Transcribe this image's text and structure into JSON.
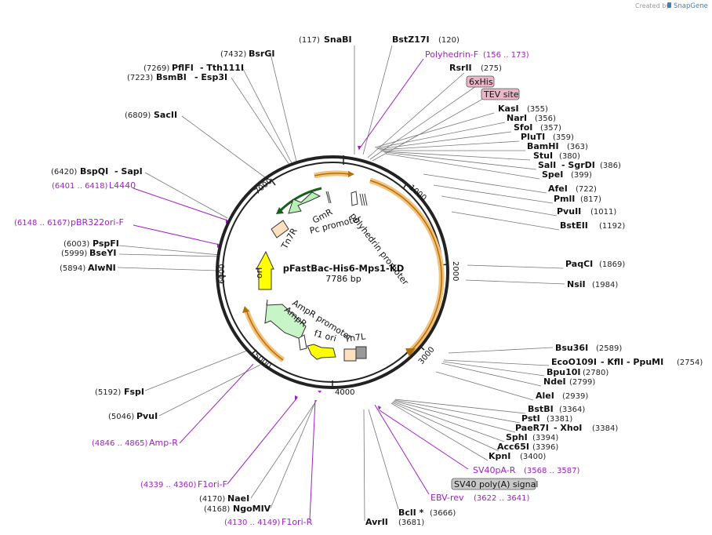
{
  "credit": {
    "created_by": "Created by",
    "brand": "SnapGene"
  },
  "title": "pFastBac-His6-Mps1-KD",
  "length": "7786 bp",
  "ticks": [
    "1000",
    "2000",
    "3000",
    "4000",
    "5000",
    "6000",
    "7000"
  ],
  "features": {
    "polyhedrin_promoter": "polyhedrin promoter",
    "gmr": "GmR",
    "pc_promoter": "Pc promoter",
    "tn7r": "Tn7R",
    "ori": "ori",
    "ampr_promoter": "AmpR promoter",
    "ampr": "AmpR",
    "f1_ori": "f1 ori",
    "tn7l": "Tn7L"
  },
  "boxed": {
    "his": "6xHis",
    "tev": "TEV site",
    "sv40": "SV40 poly(A) signal"
  },
  "enzymes_top": [
    {
      "pos": "(117)",
      "name": "SnaBI"
    },
    {
      "pos": "(120)",
      "name": "BstZ17I"
    }
  ],
  "primers": [
    {
      "name": "Polyhedrin-F",
      "range": "(156 .. 173)"
    },
    {
      "name": "L4440",
      "range": "(6401 .. 6418)"
    },
    {
      "name": "pBR322ori-F",
      "range": "(6148 .. 6167)"
    },
    {
      "name": "SV40pA-R",
      "range": "(3568 .. 3587)"
    },
    {
      "name": "EBV-rev",
      "range": "(3622 .. 3641)"
    },
    {
      "name": "Amp-R",
      "range": "(4846 .. 4865)"
    },
    {
      "name": "F1ori-F",
      "range": "(4339 .. 4360)"
    },
    {
      "name": "F1ori-R",
      "range": "(4130 .. 4149)"
    }
  ],
  "enzymes_right": [
    {
      "name": "RsrII",
      "pos": "(275)"
    },
    {
      "name": "KasI",
      "pos": "(355)"
    },
    {
      "name": "NarI",
      "pos": "(356)"
    },
    {
      "name": "SfoI",
      "pos": "(357)"
    },
    {
      "name": "PluTI",
      "pos": "(359)"
    },
    {
      "name": "BamHI",
      "pos": "(363)"
    },
    {
      "name": "StuI",
      "pos": "(380)"
    },
    {
      "name": "SalI",
      "extra": "- SgrDI",
      "pos": "(386)"
    },
    {
      "name": "SpeI",
      "pos": "(399)"
    },
    {
      "name": "AfeI",
      "pos": "(722)"
    },
    {
      "name": "PmlI",
      "pos": "(817)"
    },
    {
      "name": "PvuII",
      "pos": "(1011)"
    },
    {
      "name": "BstEII",
      "pos": "(1192)"
    },
    {
      "name": "PaqCI",
      "pos": "(1869)"
    },
    {
      "name": "NsiI",
      "pos": "(1984)"
    },
    {
      "name": "Bsu36I",
      "pos": "(2589)"
    },
    {
      "name": "EcoO109I",
      "extra": "- KflI   - PpuMI",
      "pos": "(2754)"
    },
    {
      "name": "Bpu10I",
      "pos": "(2780)"
    },
    {
      "name": "NdeI",
      "pos": "(2799)"
    },
    {
      "name": "AleI",
      "pos": "(2939)"
    },
    {
      "name": "BstBI",
      "pos": "(3364)"
    },
    {
      "name": "PstI",
      "pos": "(3381)"
    },
    {
      "name": "PaeR7I",
      "extra": "- XhoI",
      "pos": "(3384)"
    },
    {
      "name": "SphI",
      "pos": "(3394)"
    },
    {
      "name": "Acc65I",
      "pos": "(3396)"
    },
    {
      "name": "KpnI",
      "pos": "(3400)"
    }
  ],
  "enzymes_bottom": [
    {
      "name": "BclI *",
      "pos": "(3666)"
    },
    {
      "name": "AvrII",
      "pos": "(3681)"
    }
  ],
  "enzymes_left": [
    {
      "pos": "(7432)",
      "name": "BsrGI"
    },
    {
      "pos": "(7269)",
      "name": "PflFI",
      "extra": "- Tth111I"
    },
    {
      "pos": "(7223)",
      "name": "BsmBI",
      "extra": "- Esp3I"
    },
    {
      "pos": "(6809)",
      "name": "SacII"
    },
    {
      "pos": "(6420)",
      "name": "BspQI",
      "extra": "- SapI"
    },
    {
      "pos": "(6003)",
      "name": "PspFI"
    },
    {
      "pos": "(5999)",
      "name": "BseYI"
    },
    {
      "pos": "(5894)",
      "name": "AlwNI"
    },
    {
      "pos": "(5192)",
      "name": "FspI"
    },
    {
      "pos": "(5046)",
      "name": "PvuI"
    },
    {
      "pos": "(4170)",
      "name": "NaeI"
    },
    {
      "pos": "(4168)",
      "name": "NgoMIV"
    }
  ],
  "colors": {
    "backbone": "#222222",
    "orange_arc": "#f3c27a",
    "orange_arc_stroke": "#b07010",
    "gmr_green": "#b8f0b8",
    "ori_yellow": "#ffff00",
    "primer_purple": "#a020c0",
    "tn7_fill": "#fde0c0",
    "his_box": "#e8b8c8",
    "sv40_box": "#c8c8c8"
  }
}
